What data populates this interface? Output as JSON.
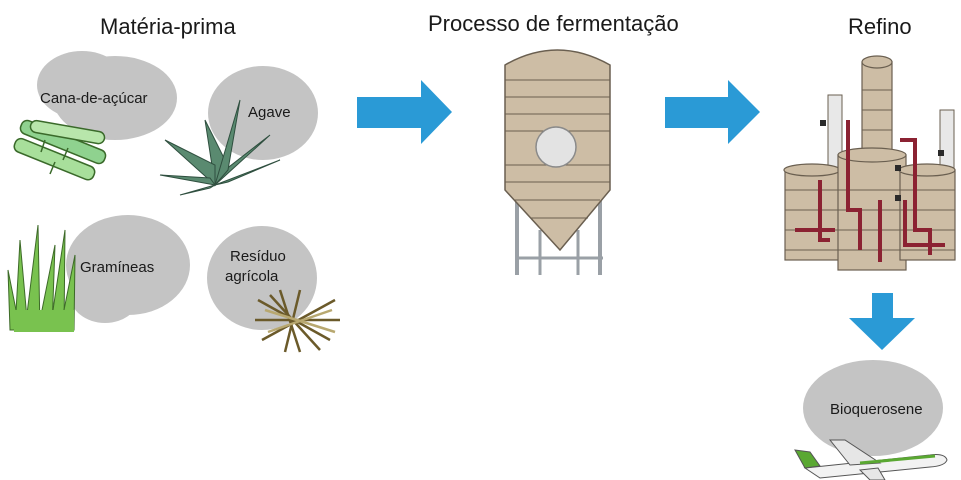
{
  "headings": {
    "raw_material": "Matéria-prima",
    "fermentation": "Processo de fermentação",
    "refining": "Refino"
  },
  "raw_materials": {
    "sugarcane": "Cana-de-açúcar",
    "agave": "Agave",
    "grasses": "Gramíneas",
    "residue_line1": "Resíduo",
    "residue_line2": "agrícola"
  },
  "product": "Bioquerosene",
  "colors": {
    "arrow": "#2a9ad6",
    "blob": "#c4c4c4",
    "tank": "#cdbda5",
    "pipe": "#8b2232",
    "leaf": "#8fd28f",
    "agave": "#5a8a70",
    "grass": "#79c24f"
  }
}
